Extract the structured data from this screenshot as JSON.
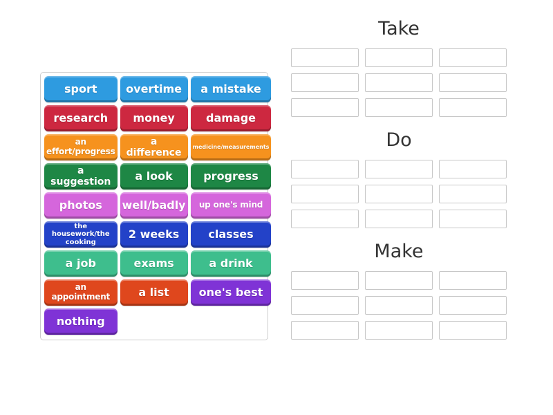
{
  "activity": {
    "kind": "group-sort",
    "groups": [
      {
        "label": "Take",
        "slots": 9
      },
      {
        "label": "Do",
        "slots": 9
      },
      {
        "label": "Make",
        "slots": 9
      }
    ],
    "tiles": [
      {
        "label": "sport",
        "color": "#2e9be0"
      },
      {
        "label": "overtime",
        "color": "#2e9be0"
      },
      {
        "label": "a mistake",
        "color": "#2e9be0"
      },
      {
        "label": "research",
        "color": "#cd2840"
      },
      {
        "label": "money",
        "color": "#cd2840"
      },
      {
        "label": "damage",
        "color": "#cd2840"
      },
      {
        "label": "an effort/progress",
        "color": "#f6921e"
      },
      {
        "label": "a difference",
        "color": "#f6921e"
      },
      {
        "label": "medicine/measurements",
        "color": "#f6921e"
      },
      {
        "label": "a suggestion",
        "color": "#1e8745"
      },
      {
        "label": "a look",
        "color": "#1e8745"
      },
      {
        "label": "progress",
        "color": "#1e8745"
      },
      {
        "label": "photos",
        "color": "#d566dc"
      },
      {
        "label": "well/badly",
        "color": "#d566dc"
      },
      {
        "label": "up one's mind",
        "color": "#d566dc"
      },
      {
        "label": "the housework/the cooking",
        "color": "#2342c8"
      },
      {
        "label": "2 weeks",
        "color": "#2342c8"
      },
      {
        "label": "classes",
        "color": "#2342c8"
      },
      {
        "label": "a job",
        "color": "#3ebe8d"
      },
      {
        "label": "exams",
        "color": "#3ebe8d"
      },
      {
        "label": "a drink",
        "color": "#3ebe8d"
      },
      {
        "label": "an appointment",
        "color": "#df471d"
      },
      {
        "label": "a list",
        "color": "#df471d"
      },
      {
        "label": "one's best",
        "color": "#7f33d6"
      },
      {
        "label": "nothing",
        "color": "#7f33d6"
      }
    ],
    "colors": {
      "page_background": "#ffffff",
      "panel_border": "#cccccc",
      "slot_border": "#c7c7c7",
      "group_title_text": "#333333",
      "tile_text": "#ffffff"
    }
  }
}
